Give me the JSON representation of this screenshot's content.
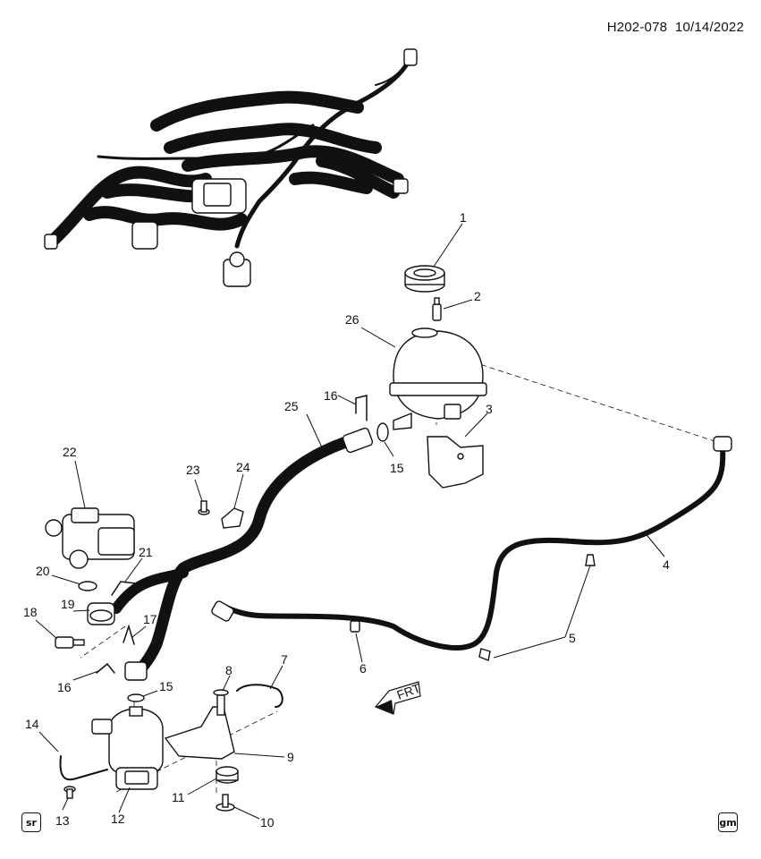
{
  "header": {
    "drawing_id": "H202-078",
    "date": "10/14/2022"
  },
  "callouts": [
    "1",
    "2",
    "3",
    "4",
    "5",
    "6",
    "7",
    "8",
    "9",
    "10",
    "11",
    "12",
    "13",
    "14",
    "15",
    "15",
    "16",
    "16",
    "17",
    "18",
    "19",
    "20",
    "21",
    "22",
    "23",
    "24",
    "25",
    "26"
  ],
  "direction_marker": {
    "label": "FRT",
    "icon": "front-arrow-icon"
  },
  "badges": {
    "left": "sr",
    "right": "gm"
  }
}
